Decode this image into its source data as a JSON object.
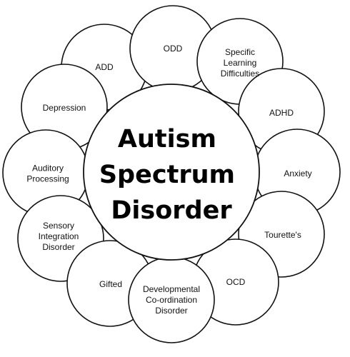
{
  "diagram": {
    "center": {
      "lines": [
        "Autism",
        "Spectrum",
        "Disorder"
      ]
    },
    "conditions": [
      {
        "id": "odd",
        "lines": [
          "ODD"
        ]
      },
      {
        "id": "specific-learning-difficulties",
        "lines": [
          "Specific",
          "Learning",
          "Difficulties"
        ]
      },
      {
        "id": "adhd",
        "lines": [
          "ADHD"
        ]
      },
      {
        "id": "anxiety",
        "lines": [
          "Anxiety"
        ]
      },
      {
        "id": "tourettes",
        "lines": [
          "Tourette's"
        ]
      },
      {
        "id": "ocd",
        "lines": [
          "OCD"
        ]
      },
      {
        "id": "developmental-coordination-disorder",
        "lines": [
          "Developmental",
          "Co-ordination",
          "Disorder"
        ]
      },
      {
        "id": "gifted",
        "lines": [
          "Gifted"
        ]
      },
      {
        "id": "sensory-integration-disorder",
        "lines": [
          "Sensory",
          "Integration",
          "Disorder"
        ]
      },
      {
        "id": "auditory-processing",
        "lines": [
          "Auditory",
          "Processing"
        ]
      },
      {
        "id": "depression",
        "lines": [
          "Depression"
        ]
      },
      {
        "id": "add",
        "lines": [
          "ADD"
        ]
      }
    ]
  }
}
